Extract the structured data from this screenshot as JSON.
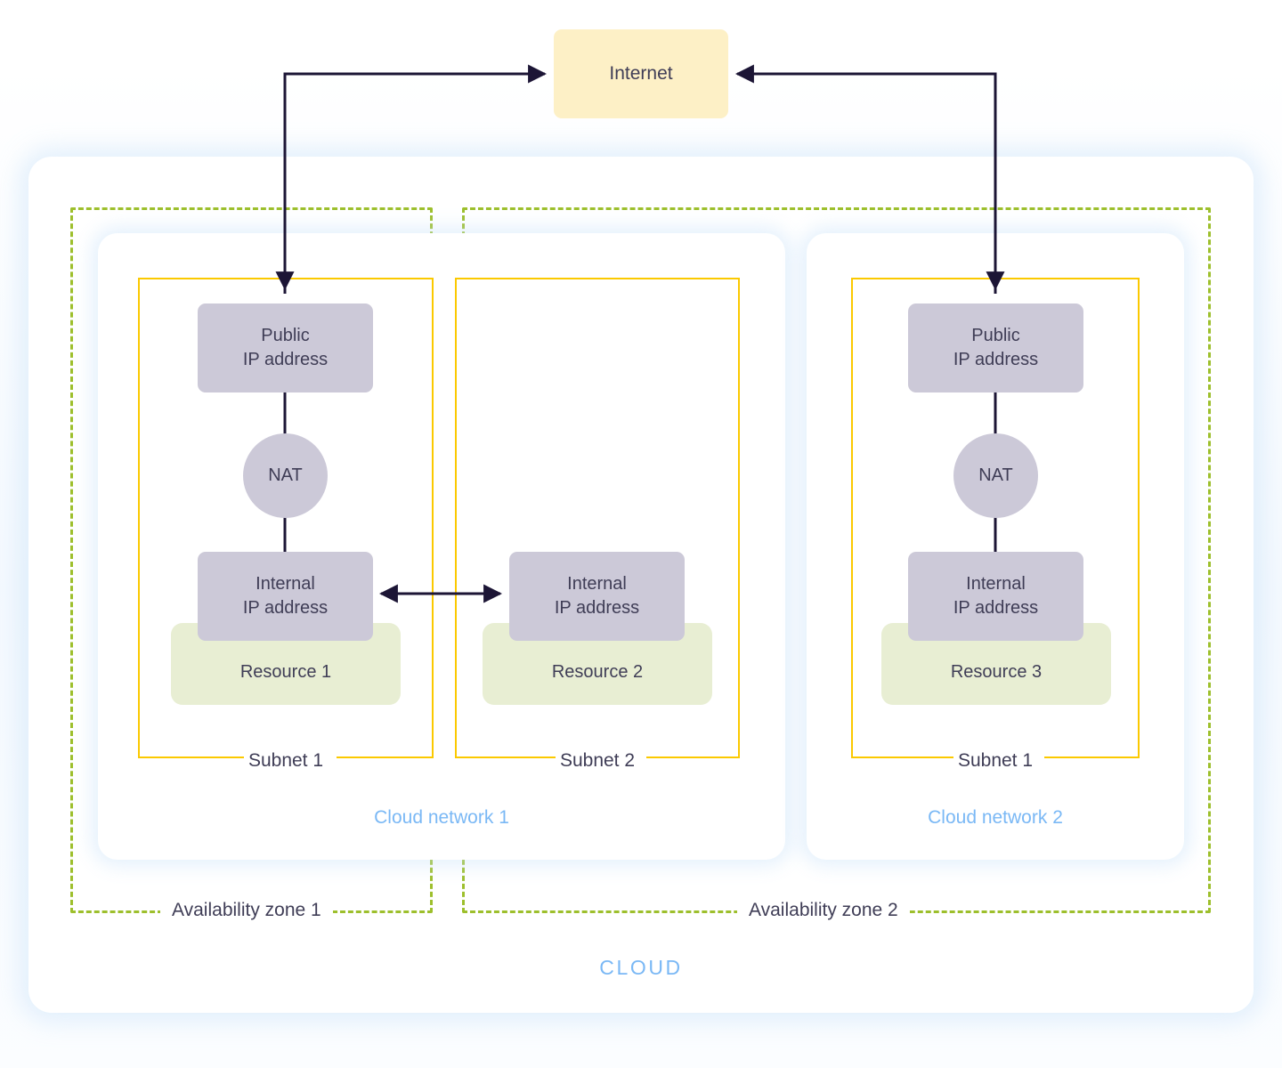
{
  "diagram": {
    "title": "CLOUD",
    "internet": {
      "label": "Internet"
    },
    "cloud_label": "CLOUD",
    "availability_zones": [
      {
        "label": "Availability zone 1"
      },
      {
        "label": "Availability zone 2"
      }
    ],
    "cloud_networks": [
      {
        "label": "Cloud network 1"
      },
      {
        "label": "Cloud network 2"
      }
    ],
    "subnets": [
      {
        "label": "Subnet 1"
      },
      {
        "label": "Subnet 2"
      },
      {
        "label": "Subnet 1"
      }
    ],
    "nodes": {
      "public_ip_1": {
        "line1": "Public",
        "line2": "IP address"
      },
      "public_ip_2": {
        "line1": "Public",
        "line2": "IP address"
      },
      "nat_1": {
        "label": "NAT"
      },
      "nat_2": {
        "label": "NAT"
      },
      "internal_ip_1": {
        "line1": "Internal",
        "line2": "IP address"
      },
      "internal_ip_2": {
        "line1": "Internal",
        "line2": "IP address"
      },
      "internal_ip_3": {
        "line1": "Internal",
        "line2": "IP address"
      },
      "resource_1": {
        "label": "Resource 1"
      },
      "resource_2": {
        "label": "Resource 2"
      },
      "resource_3": {
        "label": "Resource 3"
      }
    },
    "colors": {
      "internet_fill": "#FDF0C6",
      "node_fill": "#CCC9D8",
      "resource_fill": "#E8EED3",
      "subnet_border": "#FBC900",
      "zone_border": "#9DBF2C",
      "accent_text": "#7AB8F5",
      "body_text": "#3F3D56",
      "connector": "#1C1535"
    }
  }
}
